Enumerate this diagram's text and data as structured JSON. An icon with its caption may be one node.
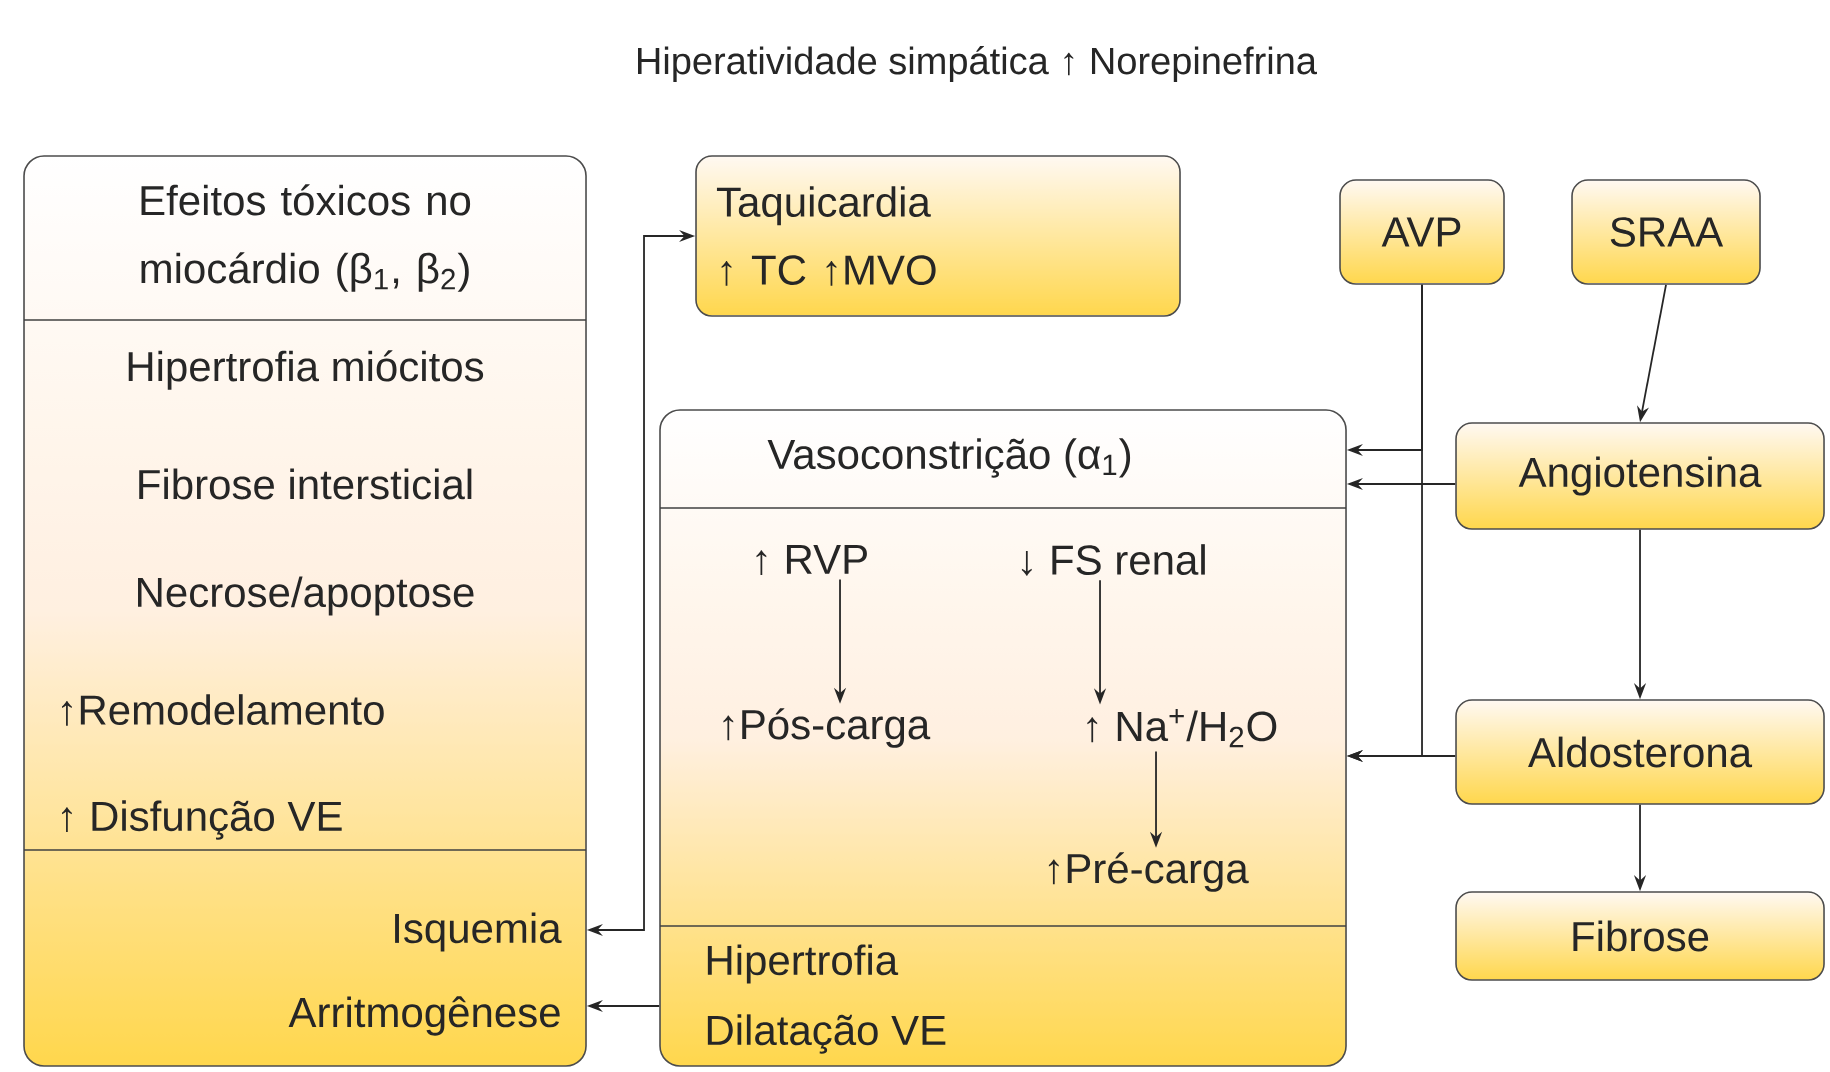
{
  "diagram": {
    "title": "Hiperatividade simpática ↑ Norepinefrina",
    "nodes": [
      {
        "text": [
          "Efeitos tóxicos no miocárdio (β$_{1}$, β$_{2}$)",
          "Hipertrofia miócitos",
          "Fibrose intersticial",
          "Necrose/apoptose",
          "↑Remodelamento",
          "↑ Disfunção VE",
          "Isquemia",
          "Arritmogênese"
        ]
      },
      {
        "text": [
          "Vasoconstrição (α$_{1}$)",
          "Hipertrofia",
          "Dilatação VE"
        ]
      },
      {
        "text": [
          "↑ RVP"
        ],
        "in": 1
      },
      {
        "text": [
          "↓ FS renal"
        ],
        "in": 1
      },
      {
        "text": [
          "↑Pós-carga"
        ],
        "in": 1
      },
      {
        "text": [
          "↑ Na$^{+}$/H$_{2}$O"
        ],
        "in": 1
      },
      {
        "text": [
          "↑Pré-carga"
        ],
        "in": 1
      },
      {
        "text": [
          "Taquicardia",
          "↑ TC ↑MVO"
        ]
      },
      {
        "text": [
          "AVP"
        ]
      },
      {
        "text": [
          "SRAA"
        ]
      },
      {
        "text": [
          "Angiotensina"
        ]
      },
      {
        "text": [
          "Aldosterona"
        ]
      },
      {
        "text": [
          "Fibrose"
        ]
      }
    ],
    "edges": [
      {
        "from": 9,
        "to": 10,
        "arrow": "to"
      },
      {
        "from": 10,
        "to": 11,
        "arrow": "to"
      },
      {
        "from": 11,
        "to": 12,
        "arrow": "to"
      },
      {
        "from": 8,
        "to": 1,
        "arrow": "to"
      },
      {
        "from": 10,
        "to": 1,
        "arrow": "to"
      },
      {
        "from": 8,
        "to": 1,
        "arrow": "to"
      },
      {
        "from": 11,
        "to": 1,
        "arrow": "to"
      },
      {
        "from": 2,
        "to": 4,
        "arrow": "to"
      },
      {
        "from": 3,
        "to": 5,
        "arrow": "to"
      },
      {
        "from": 5,
        "to": 6,
        "arrow": "to"
      },
      {
        "from": 7,
        "to": 0,
        "arrow": "both"
      },
      {
        "from": 1,
        "to": 0,
        "arrow": "to"
      }
    ]
  }
}
